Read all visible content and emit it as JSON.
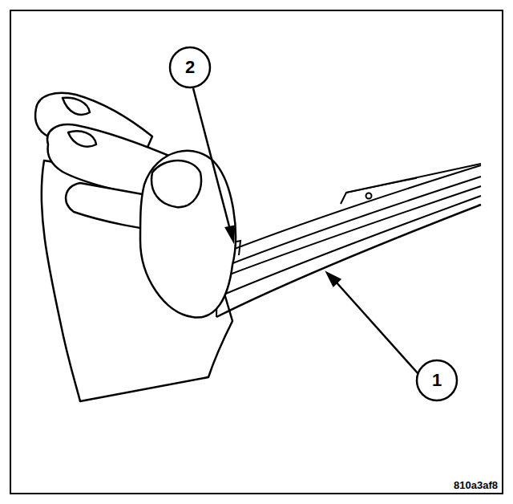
{
  "diagram": {
    "labels": [
      "2",
      "1",
      "810a3af8"
    ]
  }
}
